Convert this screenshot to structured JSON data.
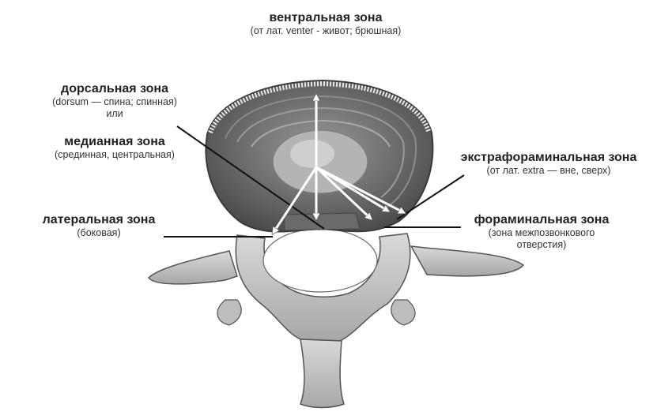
{
  "labels": {
    "ventral": {
      "title": "вентральная зона",
      "sub": "(от лат. venter - живот; брюшная)"
    },
    "dorsal": {
      "title": "дорсальная зона",
      "sub": "(dorsum — спина; спинная)",
      "or": "или"
    },
    "median": {
      "title": "медианная зона",
      "sub": "(срединная, центральная)"
    },
    "lateral": {
      "title": "латеральная зона",
      "sub": "(боковая)"
    },
    "extraforaminal": {
      "title": "экстрафораминальная зона",
      "sub": "(от лат. extra — вне, сверх)"
    },
    "foraminal": {
      "title": "фораминальная зона",
      "sub1": "(зона межпозвонкового",
      "sub2": "отверстия)"
    }
  }
}
